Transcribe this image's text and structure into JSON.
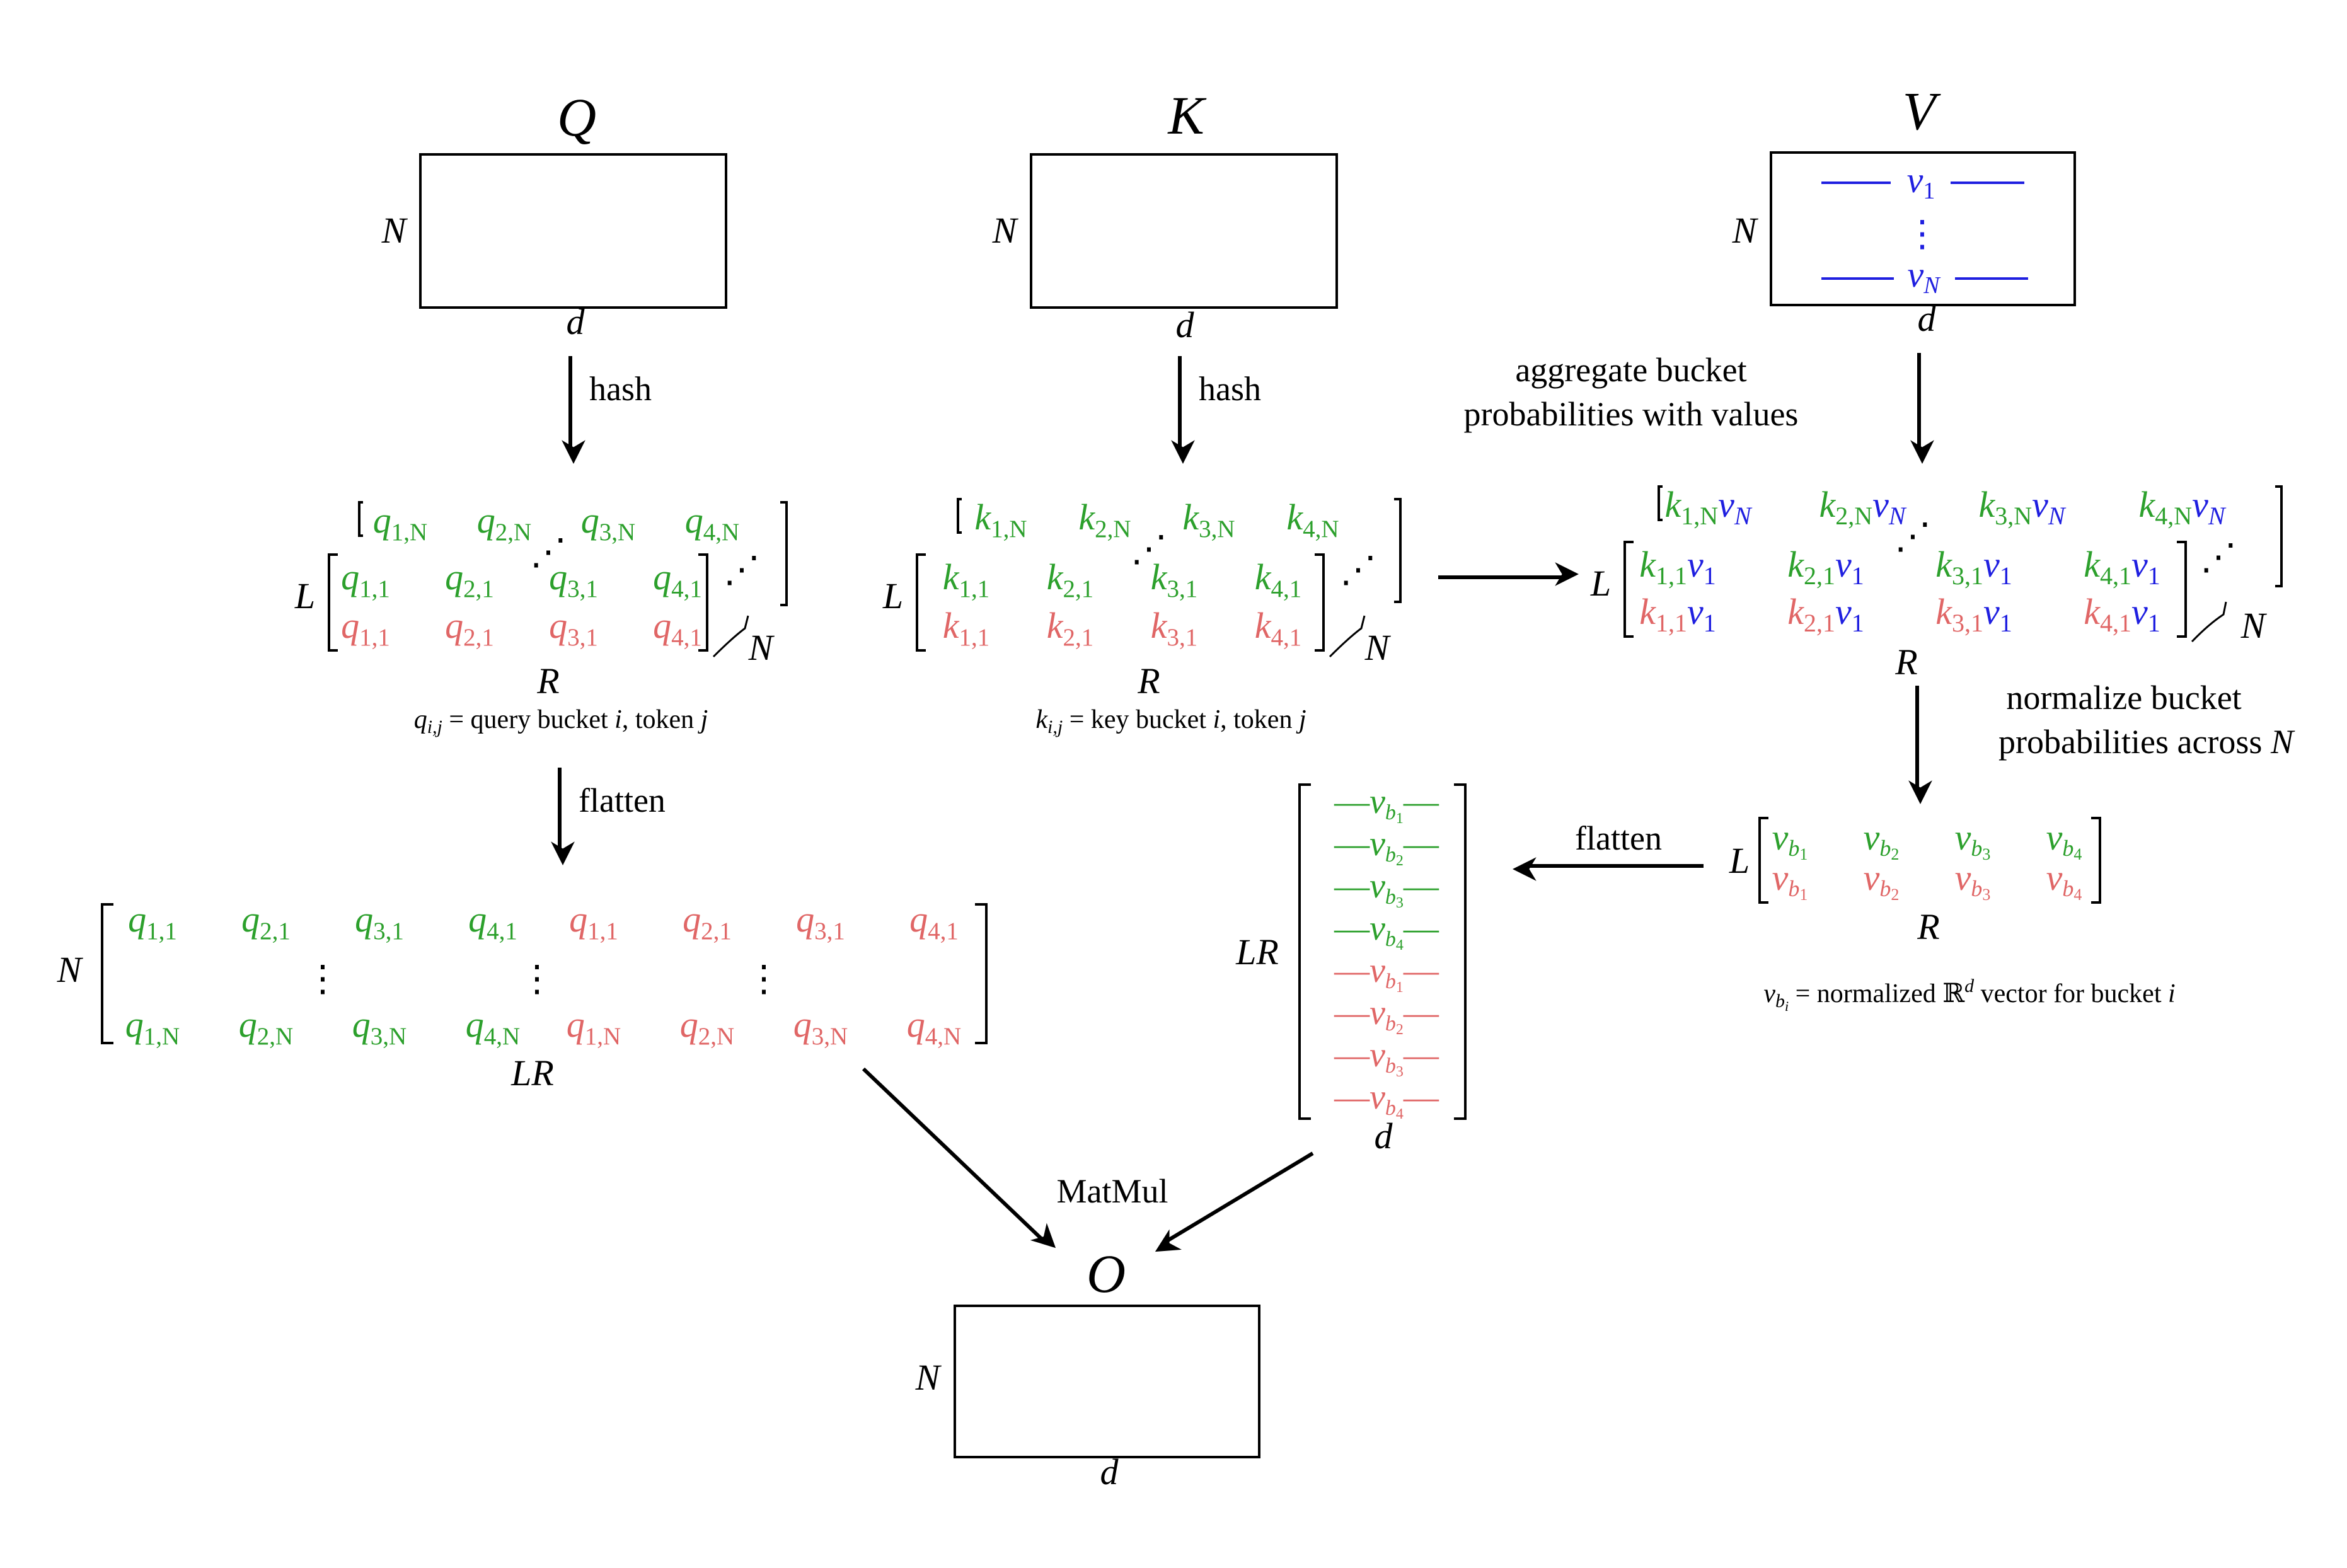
{
  "colors": {
    "green": "#2ca02c",
    "red": "#e06666",
    "blue": "#1f1fe0",
    "black": "#000000"
  },
  "inputs": {
    "q": {
      "title": "Q",
      "rows": "N",
      "cols": "d"
    },
    "k": {
      "title": "K",
      "rows": "N",
      "cols": "d"
    },
    "v": {
      "title": "V",
      "rows": "N",
      "cols": "d",
      "row_first": "v",
      "row_first_sub": "1",
      "row_dots": "⋮",
      "row_last": "v",
      "row_last_sub": "N"
    }
  },
  "steps": {
    "hash_q": "hash",
    "hash_k": "hash",
    "aggregate_line1": "aggregate bucket",
    "aggregate_line2": "probabilities with values",
    "normalize_line1": "normalize bucket",
    "normalize_line2": "probabilities across",
    "normalize_var": "N",
    "flatten_q": "flatten",
    "flatten_v": "flatten",
    "matmul": "MatMul"
  },
  "tensors": {
    "qb": {
      "L": "L",
      "R": "R",
      "N": "N",
      "symbol": "q",
      "front_green": [
        "1,1",
        "2,1",
        "3,1",
        "4,1"
      ],
      "front_red": [
        "1,1",
        "2,1",
        "3,1",
        "4,1"
      ],
      "back_green": [
        "1,N",
        "2,N",
        "3,N",
        "4,N"
      ]
    },
    "kb": {
      "L": "L",
      "R": "R",
      "N": "N",
      "symbol": "k",
      "front_green": [
        "1,1",
        "2,1",
        "3,1",
        "4,1"
      ],
      "front_red": [
        "1,1",
        "2,1",
        "3,1",
        "4,1"
      ],
      "back_green": [
        "1,N",
        "2,N",
        "3,N",
        "4,N"
      ]
    },
    "kv": {
      "L": "L",
      "R": "R",
      "N": "N",
      "symbol": "k",
      "vsym": "v",
      "front_green": [
        "1,1",
        "2,1",
        "3,1",
        "4,1"
      ],
      "front_red": [
        "1,1",
        "2,1",
        "3,1",
        "4,1"
      ],
      "front_v": "1",
      "back_green": [
        "1,N",
        "2,N",
        "3,N",
        "4,N"
      ],
      "back_v": "N"
    },
    "vb": {
      "L": "L",
      "R": "R",
      "symbol": "v",
      "sub": "b",
      "green": [
        "1",
        "2",
        "3",
        "4"
      ],
      "red": [
        "1",
        "2",
        "3",
        "4"
      ]
    },
    "qflat": {
      "rows": "N",
      "cols": "LR",
      "symbol": "q",
      "top_green": [
        "1,1",
        "2,1",
        "3,1",
        "4,1"
      ],
      "top_red": [
        "1,1",
        "2,1",
        "3,1",
        "4,1"
      ],
      "bottom_green": [
        "1,N",
        "2,N",
        "3,N",
        "4,N"
      ],
      "bottom_red": [
        "1,N",
        "2,N",
        "3,N",
        "4,N"
      ]
    },
    "vflat": {
      "rows": "LR",
      "cols": "d",
      "symbol": "v",
      "sub": "b",
      "green": [
        "1",
        "2",
        "3",
        "4"
      ],
      "red": [
        "1",
        "2",
        "3",
        "4"
      ]
    },
    "o": {
      "title": "O",
      "rows": "N",
      "cols": "d"
    }
  },
  "captions": {
    "q_lhs": "q",
    "q_lhs_sub": "i,j",
    "q_rhs": " = query bucket ",
    "q_i": "i",
    "q_mid": ", token ",
    "q_j": "j",
    "k_lhs": "k",
    "k_lhs_sub": "i,j",
    "k_rhs": " = key bucket ",
    "k_i": "i",
    "k_mid": ", token ",
    "k_j": "j",
    "v_lhs": "v",
    "v_lhs_sub": "b",
    "v_lhs_subsub": "i",
    "v_eq": " = normalized ",
    "v_R": "ℝ",
    "v_d": "d",
    "v_rest": " vector for bucket ",
    "v_i": "i"
  }
}
